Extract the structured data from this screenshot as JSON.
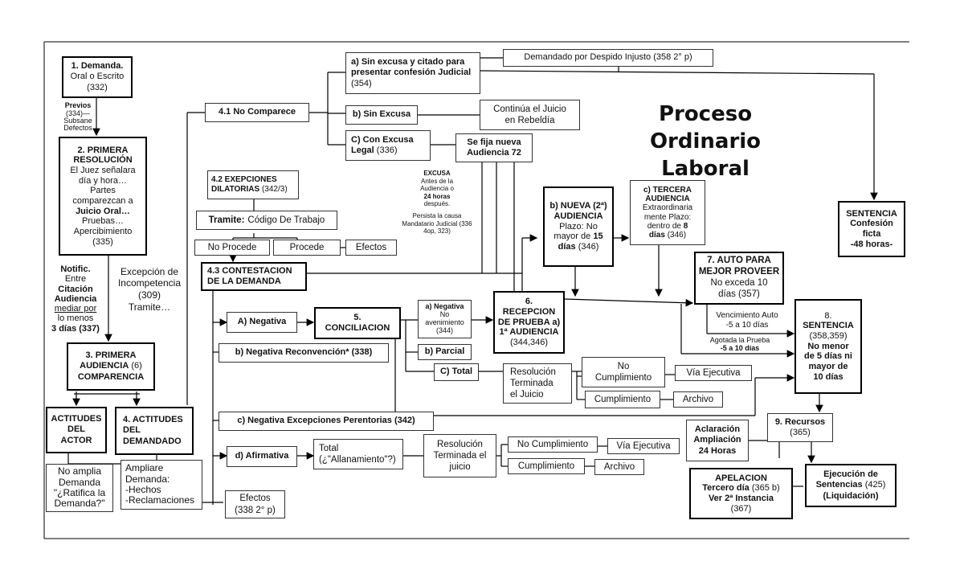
{
  "title": {
    "line1": "Proceso Ordinario",
    "line2": "Laboral"
  },
  "demanda": {
    "title": "1. Demanda.",
    "line1": "Oral o Escrito",
    "line2": "(332)"
  },
  "previos": {
    "title": "Previos",
    "line1": "(334)—",
    "line2": "Subsane",
    "line3": "Defectos"
  },
  "primera_resolucion": {
    "title1": "2. PRIMERA",
    "title2": "RESOLUCIÓN",
    "l1": "El Juez señalara",
    "l2": "día y hora…",
    "l3": "Partes",
    "l4": "comparezcan a",
    "l5": "Juicio Oral…",
    "l6": "Pruebas…",
    "l7": "Apercibimiento",
    "l8": "(335)"
  },
  "notific": {
    "l1": "Notific.",
    "l2": "Entre",
    "l3": "Citación",
    "l4": "Audiencia",
    "l5": "mediar por",
    "l6": "lo menos",
    "l7": "3 días (337)"
  },
  "excepcion": {
    "l1": "Excepción de",
    "l2": "Incompetencia",
    "l3": "(309)",
    "l4": "Tramite…"
  },
  "primera_audiencia": {
    "l1": "3. PRIMERA",
    "l2": "AUDIENCIA",
    "l2b": "(6)",
    "l3": "COMPARENCIA"
  },
  "actitudes_actor": {
    "l1": "ACTITUDES",
    "l2": "DEL",
    "l3": "ACTOR"
  },
  "actitudes_demandado": {
    "l1": "4. ACTITUDES",
    "l2": "DEL",
    "l3": "DEMANDADO"
  },
  "no_amplia": {
    "l1": "No amplia",
    "l2": "Demanda",
    "l3": "\"¿Ratifica la",
    "l4": "Demanda?\""
  },
  "ampliare": {
    "l1": "Ampliare",
    "l2": "Demanda:",
    "l3": "-Hechos",
    "l4": "-Reclamaciones"
  },
  "efectos_338": {
    "l1": "Efectos",
    "l2": "(338 2° p)"
  },
  "no_comparece": {
    "label": "4.1 No Comparece"
  },
  "sin_excusa_citado": {
    "l1": "a) Sin excusa y citado para",
    "l2": "presentar confesión Judicial",
    "l3": "(354)"
  },
  "despido": {
    "label": "Demandado por Despido Injusto (358 2° p)"
  },
  "sin_excusa": {
    "label": "b) Sin Excusa"
  },
  "rebeldia": {
    "l1": "Continúa el Juicio",
    "l2": "en Rebeldía"
  },
  "con_excusa": {
    "l1": "C) Con Excusa",
    "l2": "Legal",
    "l2b": "(336)"
  },
  "nueva_audiencia_72": {
    "l1": "Se fija nueva",
    "l2": "Audiencia 72"
  },
  "excusa_note": {
    "l1": "EXCUSA",
    "l2": "Antes de la",
    "l3": "Audiencia o",
    "l4": "24 horas",
    "l5": "después.",
    "l6": "Persista la causa",
    "l7": "Mandatario Judicial (336",
    "l8": "4op, 323)"
  },
  "excepciones_dilatorias": {
    "l1": "4.2 EXEPCIONES",
    "l2": "DILATORIAS",
    "l2b": "(342/3)"
  },
  "tramite": {
    "bold": "Tramite:",
    "rest": "Código De Trabajo"
  },
  "no_procede": {
    "label": "No Procede"
  },
  "procede": {
    "label": "Procede"
  },
  "efectos": {
    "label": "Efectos"
  },
  "contestacion": {
    "l1": "4.3 CONTESTACION",
    "l2": "DE LA DEMANDA"
  },
  "negativa": {
    "label": "A) Negativa"
  },
  "conciliacion": {
    "l1": "5.",
    "l2": "CONCILIACION"
  },
  "a_negativa": {
    "l1": "a) Negativa",
    "l2": "No",
    "l3": "avenimiento",
    "l4": "(344)"
  },
  "b_parcial": {
    "label": "b) Parcial"
  },
  "c_total": {
    "label": "C) Total"
  },
  "negativa_reconvencion": {
    "label": "b) Negativa Reconvención* (338)"
  },
  "negativa_excepciones": {
    "label": "c) Negativa Excepciones Perentorias (342)"
  },
  "afirmativa": {
    "label": "d) Afirmativa"
  },
  "total_allanamiento": {
    "l1": "Total",
    "l2": "(¿\"Allanamiento\"?)"
  },
  "resolucion_1": {
    "l1": "Resolución",
    "l2": "Terminada",
    "l3": "el Juicio"
  },
  "no_cumplimiento_1": {
    "l1": "No",
    "l2": "Cumplimiento"
  },
  "via_ejecutiva_1": {
    "label": "Vía Ejecutiva"
  },
  "cumplimiento_1": {
    "label": "Cumplimiento"
  },
  "archivo_1": {
    "label": "Archivo"
  },
  "resolucion_2": {
    "l1": "Resolución",
    "l2": "Terminada el",
    "l3": "juicio"
  },
  "no_cumplimiento_2": {
    "label": "No Cumplimiento"
  },
  "via_ejecutiva_2": {
    "label": "Vía Ejecutiva"
  },
  "cumplimiento_2": {
    "label": "Cumplimiento"
  },
  "archivo_2": {
    "label": "Archivo"
  },
  "recepcion_prueba": {
    "l1": "6.",
    "l2": "RECEPCION",
    "l3": "DE PRUEBA a)",
    "l4": "1ª AUDIENCIA",
    "l5": "(344,346)"
  },
  "nueva_audiencia": {
    "l1": "b) NUEVA (2ª)",
    "l2": "AUDIENCIA",
    "l3": "Plazo: No",
    "l4": "mayor de",
    "l4b": "15",
    "l5": "días",
    "l5b": "(346)"
  },
  "tercera_audiencia": {
    "l1": "c) TERCERA",
    "l2": "AUDIENCIA",
    "l3": "Extraordinaria",
    "l4": "mente Plazo:",
    "l5": "dentro de",
    "l5b": "8",
    "l6": "días",
    "l6b": "(346)"
  },
  "auto_mejor_proveer": {
    "l1": "7. AUTO PARA",
    "l2": "MEJOR PROVEER",
    "l3": "No exceda 10",
    "l4": "días (357)"
  },
  "vencimiento": {
    "l1": "Vencimiento Auto",
    "l2": "-5 a 10 días"
  },
  "agotada": {
    "l1": "Agotada la Prueba",
    "l2": "-5 a 10 días"
  },
  "sentencia_ficta": {
    "l1": "SENTENCIA",
    "l2": "Confesión",
    "l3": "ficta",
    "l4": "-48 horas-"
  },
  "sentencia": {
    "l1": "8.",
    "l2": "SENTENCIA",
    "l3": "(358,359)",
    "l4": "No menor",
    "l5": "de 5 días ni",
    "l6": "mayor de",
    "l7": "10 días"
  },
  "recursos": {
    "label": "9. Recursos",
    "num": "(365)"
  },
  "aclaracion": {
    "l1": "Aclaración",
    "l2": "Ampliación",
    "l3": "24 Horas"
  },
  "apelacion": {
    "l1": "APELACION",
    "l2": "Tercero día",
    "l2b": "(365 b)",
    "l3": "Ver 2ª Instancia",
    "l4": "(367)"
  },
  "ejecucion": {
    "l1": "Ejecución de",
    "l2": "Sentencias",
    "l2b": "(425)",
    "l3": "(Liquidación)"
  }
}
